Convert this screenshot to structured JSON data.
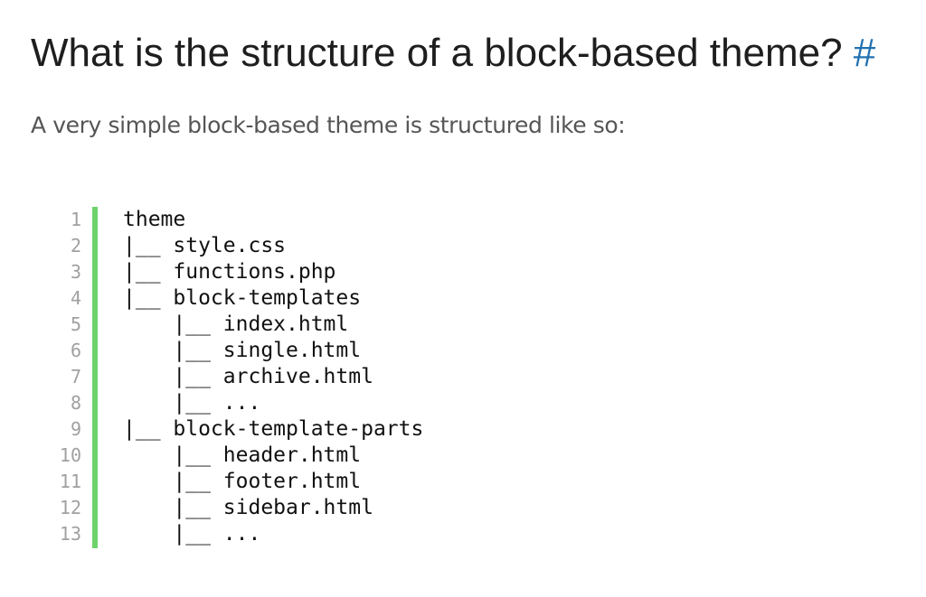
{
  "article": {
    "heading": "What is the structure of a block-based theme?",
    "anchor": "#",
    "intro": "A very simple block-based theme is structured like so:"
  },
  "code_block": {
    "line_numbers": [
      "1",
      "2",
      "3",
      "4",
      "5",
      "6",
      "7",
      "8",
      "9",
      "10",
      "11",
      "12",
      "13"
    ],
    "lines": [
      "theme",
      "|__ style.css",
      "|__ functions.php",
      "|__ block-templates",
      "    |__ index.html",
      "    |__ single.html",
      "    |__ archive.html",
      "    |__ ...",
      "|__ block-template-parts",
      "    |__ header.html",
      "    |__ footer.html",
      "    |__ sidebar.html",
      "    |__ ..."
    ]
  },
  "colors": {
    "accent_bar": "#6dd46c",
    "anchor_link": "#2271b1"
  }
}
